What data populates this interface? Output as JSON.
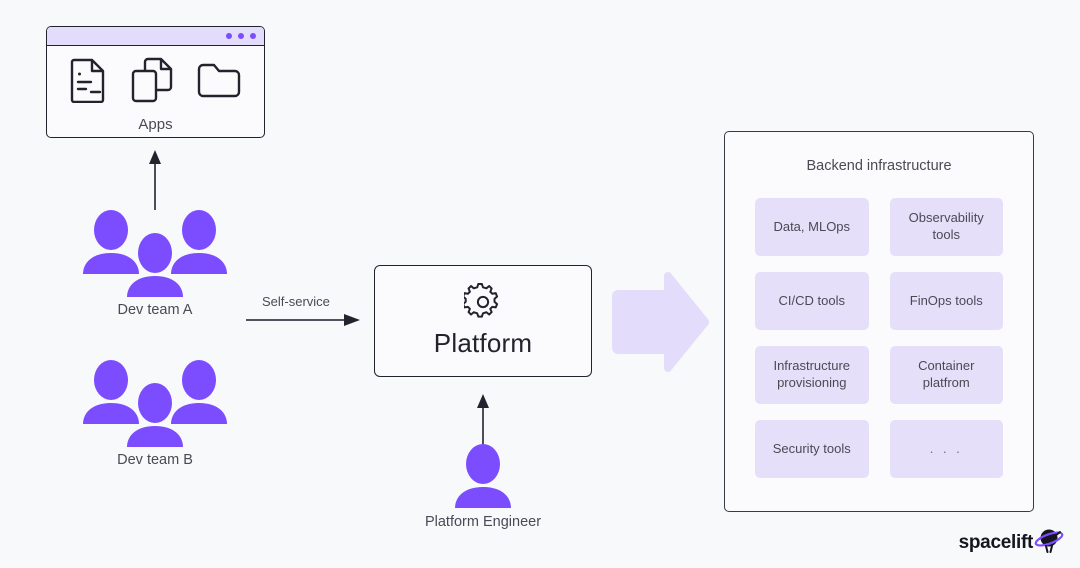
{
  "diagram": {
    "background_color": "#f8f9fb",
    "accent_purple": "#7c4dff",
    "tile_purple": "#e6dffa",
    "ink": "#23232e"
  },
  "apps_window": {
    "label": "Apps",
    "icons": [
      "document-icon",
      "copy-files-icon",
      "folder-icon"
    ],
    "window_dots": 3
  },
  "teams": [
    {
      "label": "Dev team A"
    },
    {
      "label": "Dev team B"
    }
  ],
  "connectors": {
    "self_service_label": "Self-service",
    "team_to_apps": "arrow-up",
    "teams_to_platform": "arrow-right",
    "engineer_to_platform": "arrow-up",
    "platform_to_backend": "block-arrow-right"
  },
  "platform": {
    "title": "Platform",
    "icon": "gear-icon"
  },
  "platform_engineer": {
    "label": "Platform Engineer",
    "icon": "person-icon"
  },
  "backend": {
    "title": "Backend infrastructure",
    "tiles": [
      "Data, MLOps",
      "Observability tools",
      "CI/CD tools",
      "FinOps tools",
      "Infrastructure provisioning",
      "Container platfrom",
      "Security tools",
      ". . ."
    ]
  },
  "logo": {
    "text": "spacelift",
    "mark": "spacelift-planet-icon"
  }
}
